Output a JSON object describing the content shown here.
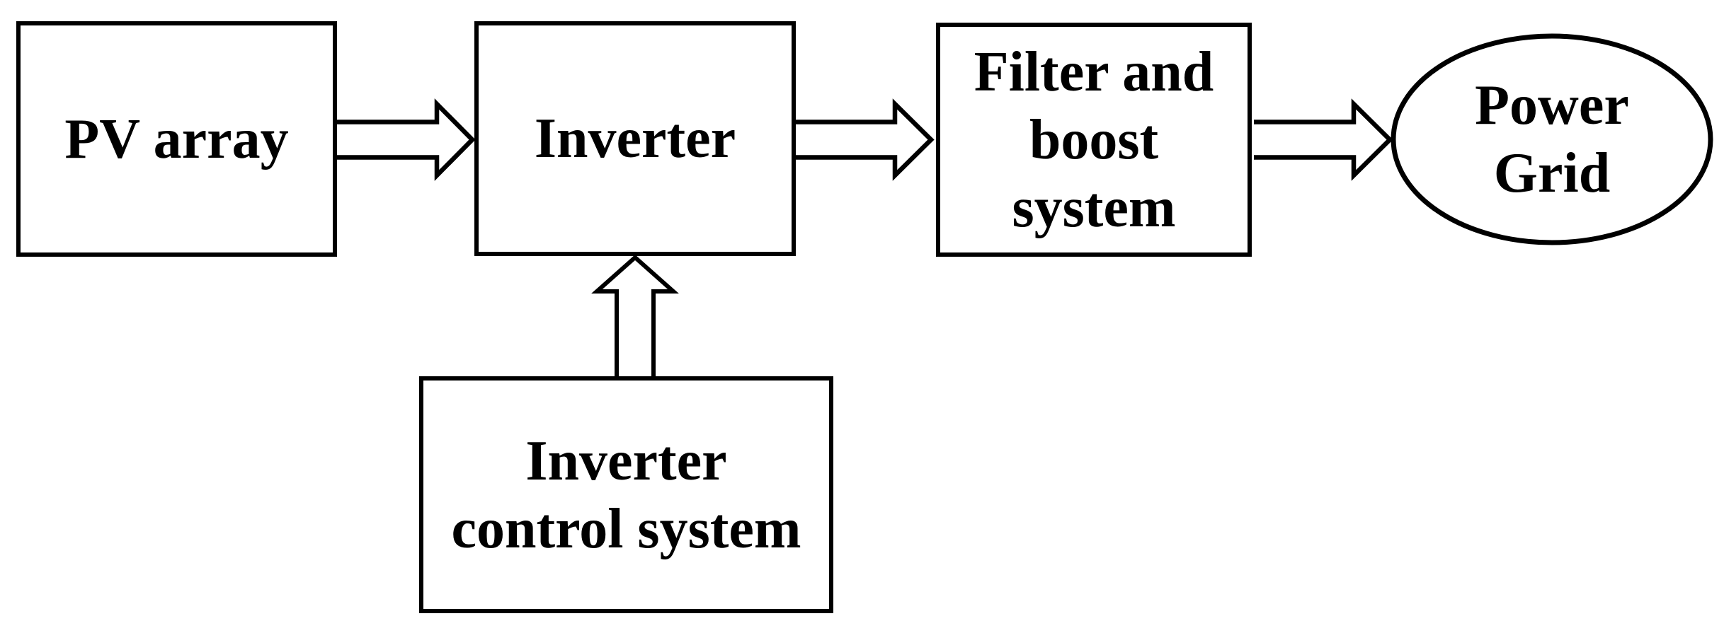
{
  "diagram": {
    "type": "block-diagram",
    "background_color": "#ffffff",
    "stroke_color": "#000000",
    "node_fill_color": "#ffffff",
    "nodes": {
      "pv_array": {
        "label": "PV array",
        "shape": "rectangle"
      },
      "inverter": {
        "label": "Inverter",
        "shape": "rectangle"
      },
      "filter_boost": {
        "label": "Filter and\nboost\nsystem",
        "shape": "rectangle"
      },
      "power_grid": {
        "label": "Power\nGrid",
        "shape": "ellipse"
      },
      "inverter_control": {
        "label": "Inverter\ncontrol system",
        "shape": "rectangle"
      }
    },
    "edges": [
      {
        "from": "pv_array",
        "to": "inverter",
        "style": "outlined-block-arrow",
        "direction": "right"
      },
      {
        "from": "inverter",
        "to": "filter_boost",
        "style": "outlined-block-arrow",
        "direction": "right"
      },
      {
        "from": "filter_boost",
        "to": "power_grid",
        "style": "outlined-block-arrow",
        "direction": "right"
      },
      {
        "from": "inverter_control",
        "to": "inverter",
        "style": "outlined-block-arrow",
        "direction": "up"
      }
    ]
  }
}
